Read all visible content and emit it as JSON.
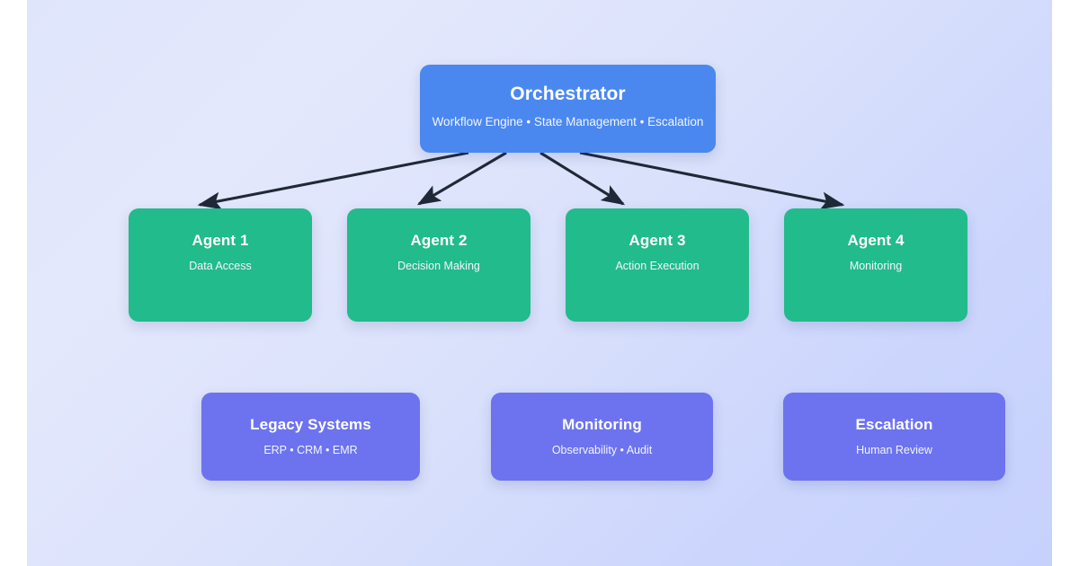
{
  "diagram": {
    "type": "architecture-flow",
    "background": {
      "page_color": "#ffffff",
      "panel_gradient_from": "#e4e8fc",
      "panel_gradient_to": "#c6d1fd"
    },
    "colors": {
      "orchestrator": "#4a88f0",
      "agent": "#22bb8b",
      "support": "#6d73ef",
      "connector": "#1f2937",
      "node_text": "#ffffff",
      "node_subtext": "#f2f5ff"
    },
    "orchestrator": {
      "title": "Orchestrator",
      "subtitle": "Workflow Engine • State Management • Escalation"
    },
    "agents": [
      {
        "title": "Agent 1",
        "subtitle": "Data Access"
      },
      {
        "title": "Agent 2",
        "subtitle": "Decision Making"
      },
      {
        "title": "Agent 3",
        "subtitle": "Action Execution"
      },
      {
        "title": "Agent 4",
        "subtitle": "Monitoring"
      }
    ],
    "support": [
      {
        "title": "Legacy Systems",
        "subtitle": "ERP • CRM • EMR"
      },
      {
        "title": "Monitoring",
        "subtitle": "Observability • Audit"
      },
      {
        "title": "Escalation",
        "subtitle": "Human Review"
      }
    ],
    "connections": [
      {
        "from": "Orchestrator",
        "to": "Agent 1",
        "style": "arrow"
      },
      {
        "from": "Orchestrator",
        "to": "Agent 2",
        "style": "arrow"
      },
      {
        "from": "Orchestrator",
        "to": "Agent 3",
        "style": "arrow"
      },
      {
        "from": "Orchestrator",
        "to": "Agent 4",
        "style": "arrow"
      }
    ]
  }
}
